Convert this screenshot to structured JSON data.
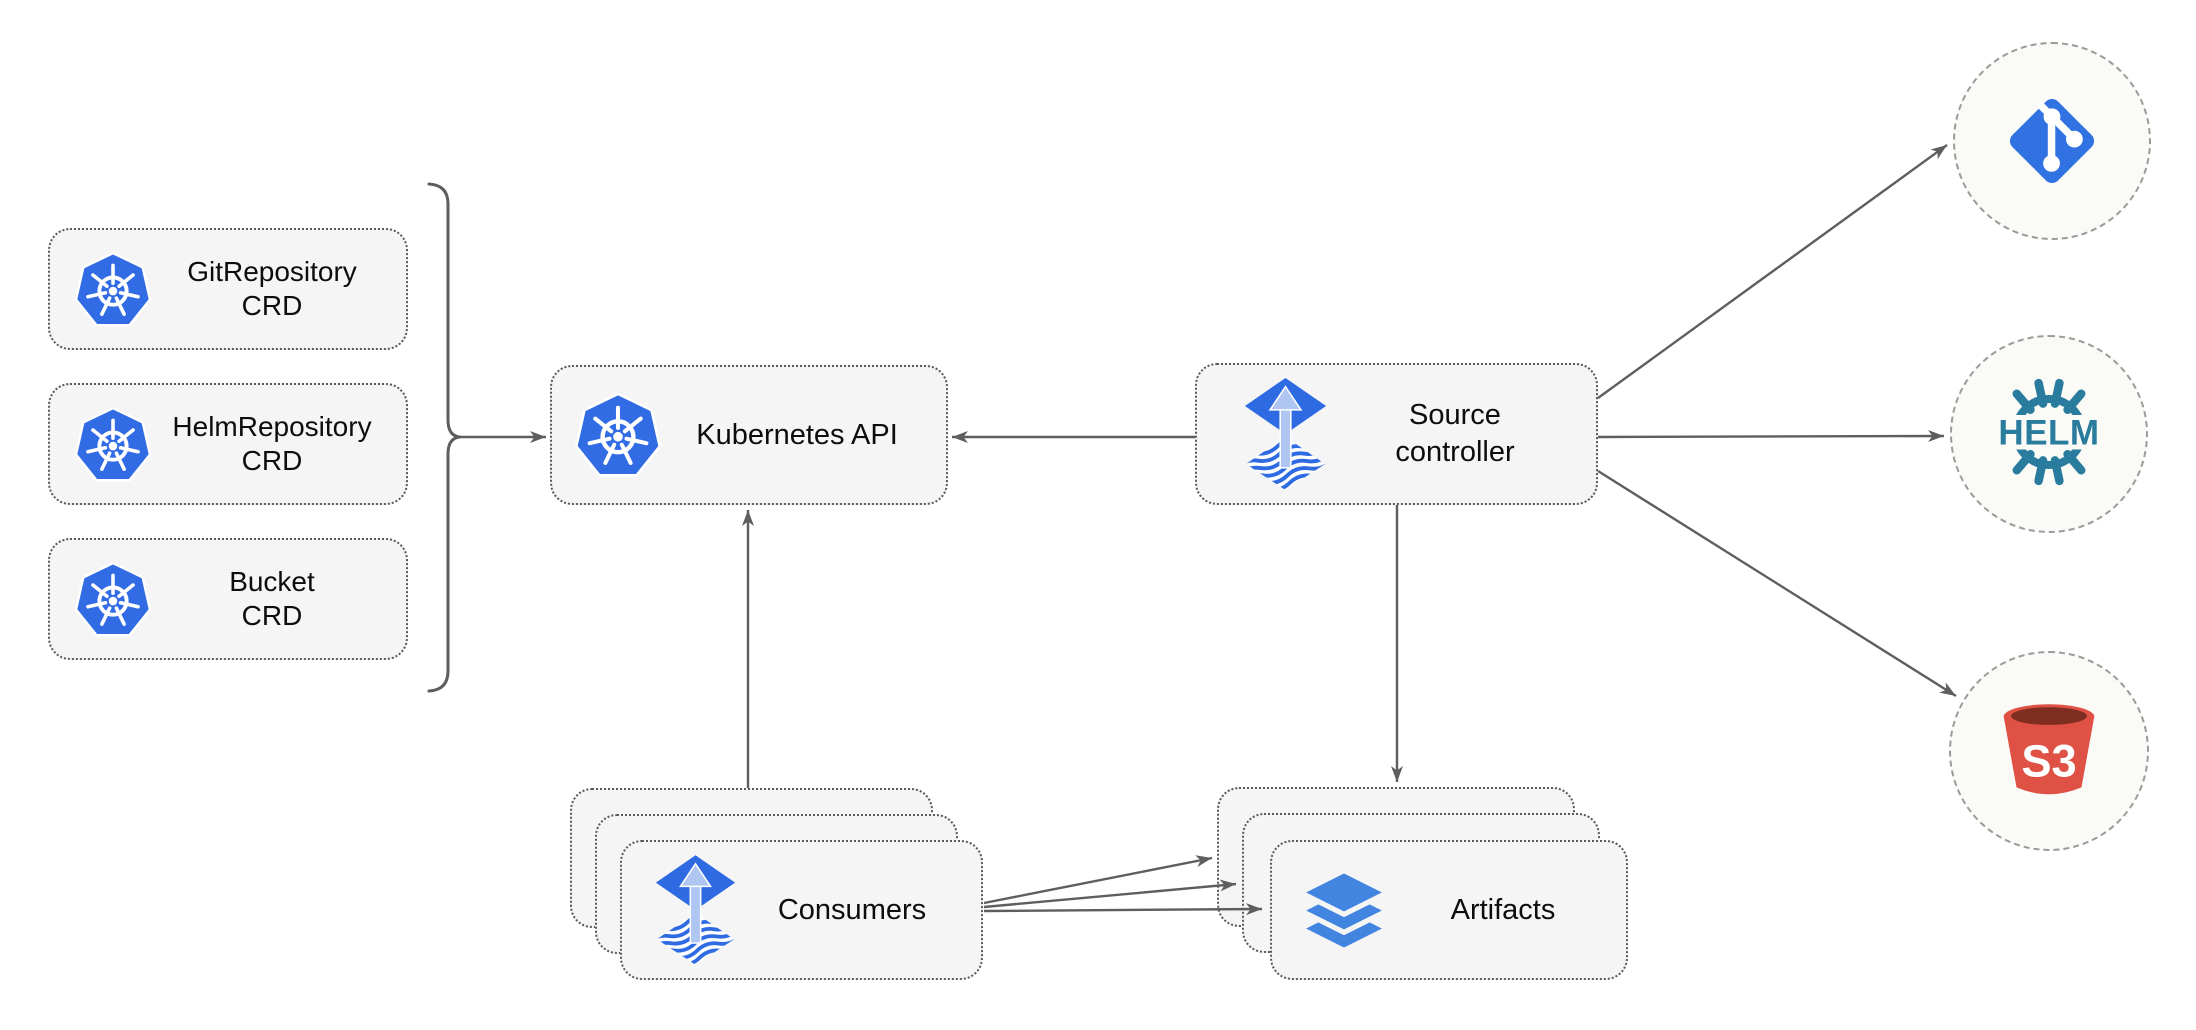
{
  "nodes": {
    "crds": [
      {
        "line1": "GitRepository",
        "line2": "CRD"
      },
      {
        "line1": "HelmRepository",
        "line2": "CRD"
      },
      {
        "line1": "Bucket",
        "line2": "CRD"
      }
    ],
    "kubernetes_api": {
      "label": "Kubernetes API"
    },
    "source_controller": {
      "line1": "Source",
      "line2": "controller"
    },
    "consumers": {
      "label": "Consumers"
    },
    "artifacts": {
      "label": "Artifacts"
    },
    "helm": {
      "label": "HELM"
    },
    "s3": {
      "label": "S3"
    }
  },
  "colors": {
    "kubernetes_blue": "#326CE5",
    "flux_blue": "#2E6BE2",
    "flux_arrow_light": "#AFC6F2",
    "layers_blue": "#4285E0",
    "git_blue": "#3172E2",
    "helm_teal": "#2A7C9E",
    "s3_red": "#DF5144",
    "s3_dark": "#7E2D20",
    "line_gray": "#5E5E5E",
    "box_fill": "#F5F5F5"
  }
}
